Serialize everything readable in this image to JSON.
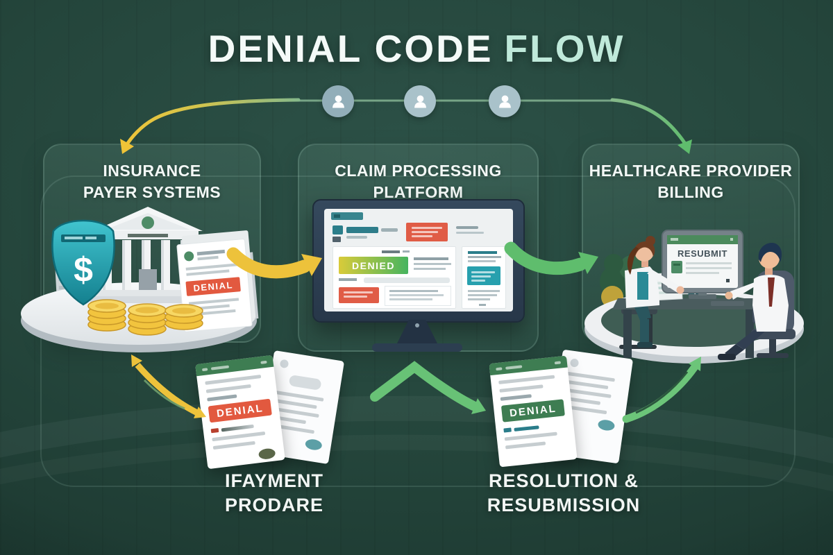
{
  "title": {
    "main": "DENIAL CODE",
    "accent": "FLOW"
  },
  "stages": {
    "insurance": {
      "line1": "INSURANCE",
      "line2": "PAYER SYSTEMS",
      "shield_symbol": "$",
      "doc_tag": "DENIAL"
    },
    "processing": {
      "line1": "CLAIM PROCESSING",
      "line2": "PLATFORM",
      "screen_label": "DENIED"
    },
    "provider": {
      "line1": "HEALTHCARE PROVIDER",
      "line2": "BILLING",
      "screen_label": "RESUBMIT"
    }
  },
  "bottom_docs": {
    "payment": {
      "tag": "DENIAL",
      "label1": "IFAYMENT",
      "label2": "PRODARE"
    },
    "resolution": {
      "tag": "DENIAL",
      "label1": "RESOLUTION &",
      "label2": "RESUBMISSION"
    }
  },
  "icons": {
    "person": "person-icon",
    "bank": "bank-icon",
    "shield": "shield-dollar-icon",
    "coins": "coins-icon",
    "documents": "denial-letter-icon"
  },
  "colors": {
    "background": "#24453b",
    "title_accent": "#bfe9da",
    "arrow_yellow": "#edc23b",
    "arrow_green": "#5fbd6d",
    "denial_red": "#e2593f",
    "denial_green": "#3e7d52",
    "shield_teal": "#1f9aa8"
  }
}
